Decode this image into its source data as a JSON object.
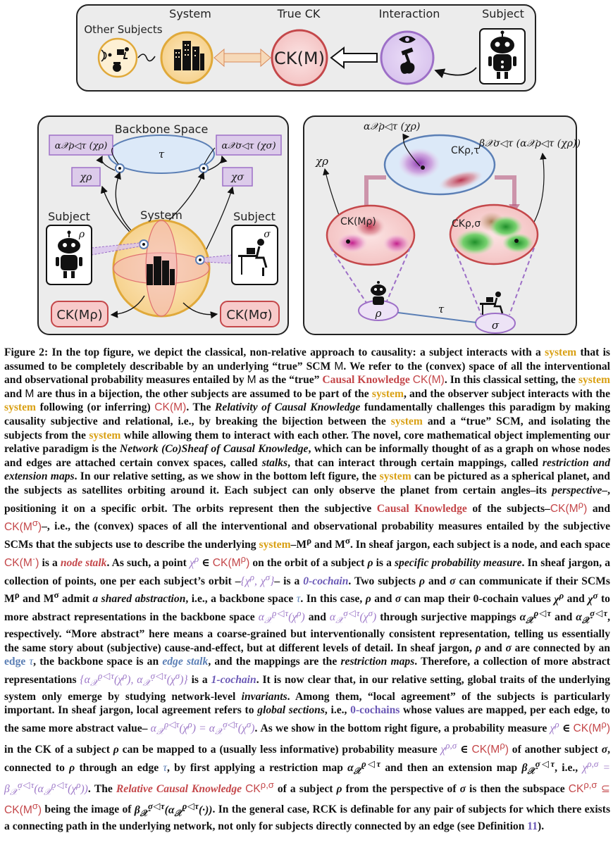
{
  "top": {
    "labels": {
      "other_subjects": "Other Subjects",
      "system": "System",
      "true_ck": "True CK",
      "interaction": "Interaction",
      "subject": "Subject"
    },
    "ck_node": "CK(M)"
  },
  "bottom_left": {
    "backbone_label": "Backbone Space",
    "tau": "τ",
    "alpha_rho": "α𝒳ρ◁τ (χρ)",
    "alpha_sigma": "α𝒳σ◁τ (χσ)",
    "chi_rho": "χρ",
    "chi_sigma": "χσ",
    "subject_left": "Subject",
    "rho": "ρ",
    "system": "System",
    "subject_right": "Subject",
    "sigma": "σ",
    "ck_rho": "CK(Mρ)",
    "ck_sigma": "CK(Mσ)"
  },
  "bottom_right": {
    "alpha_top": "α𝒳ρ◁τ (χρ)",
    "beta_label": "β𝒳σ◁τ (α𝒳ρ◁τ (χρ))",
    "chi_rho": "χρ",
    "ck_rho_tau": "CKρ,τ",
    "ck_rho": "CK(Mρ)",
    "ck_rho_sigma": "CKρ,σ",
    "tau": "τ",
    "rho": "ρ",
    "sigma": "σ"
  },
  "caption_fragments": {
    "figure_no": "Figure 2:",
    "system": "system",
    "ck_phrase": "Causal Knowledge",
    "ckm": "CK(M)",
    "rck_title": "Relativity of Causal Knowledge",
    "network_sheaf": "Network (Co)Sheaf of Causal Knowledge",
    "zero_cochain": "0-cochain",
    "one_cochain": "1-cochain",
    "zero_cochains": "0-cochains",
    "edge": "edge",
    "rel_ck": "Relative Causal Knowledge",
    "definition_ref": "11"
  },
  "colors": {
    "system_orange": "#e0a93a",
    "ck_red": "#c4474a",
    "interaction_purple": "#9d6fc7",
    "backbone_blue": "#5b7fb5",
    "panel_bg": "#ececec"
  },
  "icons": [
    "robot-icon",
    "city-icon",
    "eye-icon",
    "hammer-icon",
    "brain-icon",
    "person-at-desk-icon",
    "wifi-person-icon"
  ]
}
